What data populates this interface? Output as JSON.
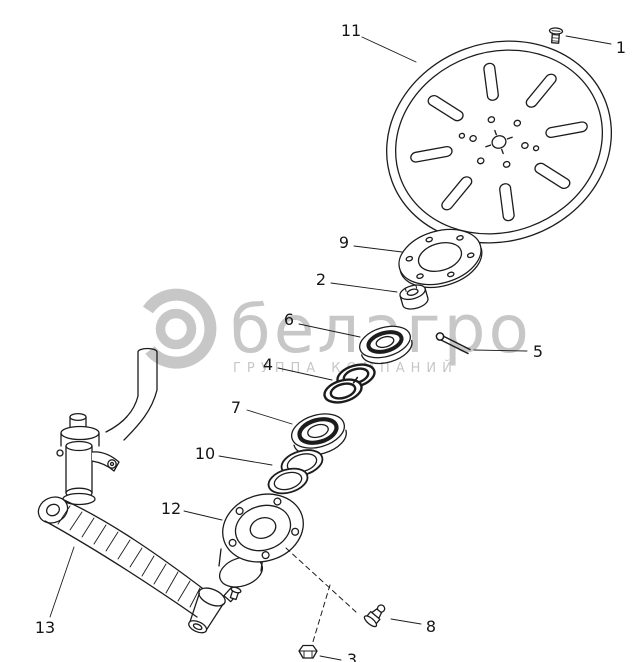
{
  "watermark": {
    "brand": "белагро",
    "subtitle": "ГРУППА КОМПАНИЙ",
    "color": "#c7c7c7"
  },
  "colors": {
    "line": "#1c1c1c",
    "background": "#ffffff"
  },
  "part_labels": {
    "p1": "1",
    "p2": "2",
    "p3": "3",
    "p4": "4",
    "p5": "5",
    "p6": "6",
    "p7": "7",
    "p8": "8",
    "p9": "9",
    "p10": "10",
    "p11": "11",
    "p12": "12",
    "p13": "13"
  }
}
